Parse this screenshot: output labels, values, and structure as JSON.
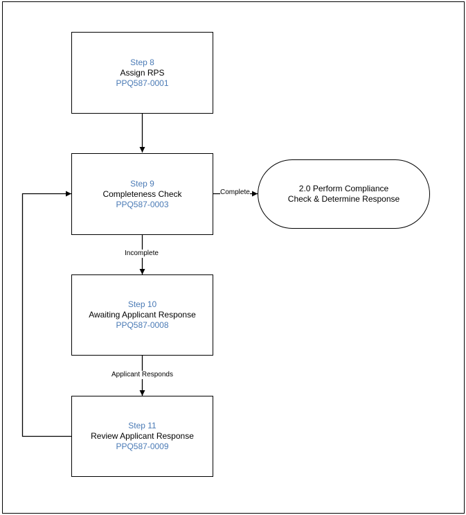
{
  "colors": {
    "step_text": "#4a7ab5",
    "line": "#000000",
    "background": "#ffffff"
  },
  "steps": [
    {
      "id": "step8",
      "number": "Step 8",
      "title": "Assign RPS",
      "code": "PPQ587-0001"
    },
    {
      "id": "step9",
      "number": "Step 9",
      "title": "Completeness Check",
      "code": "PPQ587-0003"
    },
    {
      "id": "step10",
      "number": "Step 10",
      "title": "Awaiting Applicant Response",
      "code": "PPQ587-0008"
    },
    {
      "id": "step11",
      "number": "Step 11",
      "title": "Review Applicant Response",
      "code": "PPQ587-0009"
    }
  ],
  "terminator": {
    "line1": "2.0 Perform Compliance",
    "line2": "Check & Determine Response"
  },
  "edges": {
    "complete": "Complete",
    "incomplete": "Incomplete",
    "applicant_responds": "Applicant Responds"
  }
}
